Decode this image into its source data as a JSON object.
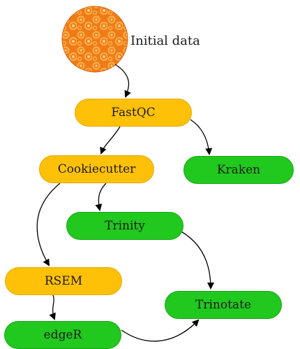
{
  "start": {
    "label": "Initial data"
  },
  "nodes": {
    "fastqc": "FastQC",
    "cookiecutter": "Cookiecutter",
    "kraken": "Kraken",
    "trinity": "Trinity",
    "rsem": "RSEM",
    "trinotate": "Trinotate",
    "edger": "edgeR"
  },
  "colors": {
    "yellow_node": "#ffc107",
    "green_node": "#21c81e",
    "start_circle": "#f07a1a",
    "start_spots": "#ffb347",
    "edge": "#000000"
  },
  "edges": [
    [
      "start",
      "fastqc"
    ],
    [
      "fastqc",
      "cookiecutter"
    ],
    [
      "fastqc",
      "kraken"
    ],
    [
      "cookiecutter",
      "trinity"
    ],
    [
      "cookiecutter",
      "rsem"
    ],
    [
      "trinity",
      "trinotate"
    ],
    [
      "rsem",
      "edger"
    ],
    [
      "edger",
      "trinotate"
    ]
  ]
}
